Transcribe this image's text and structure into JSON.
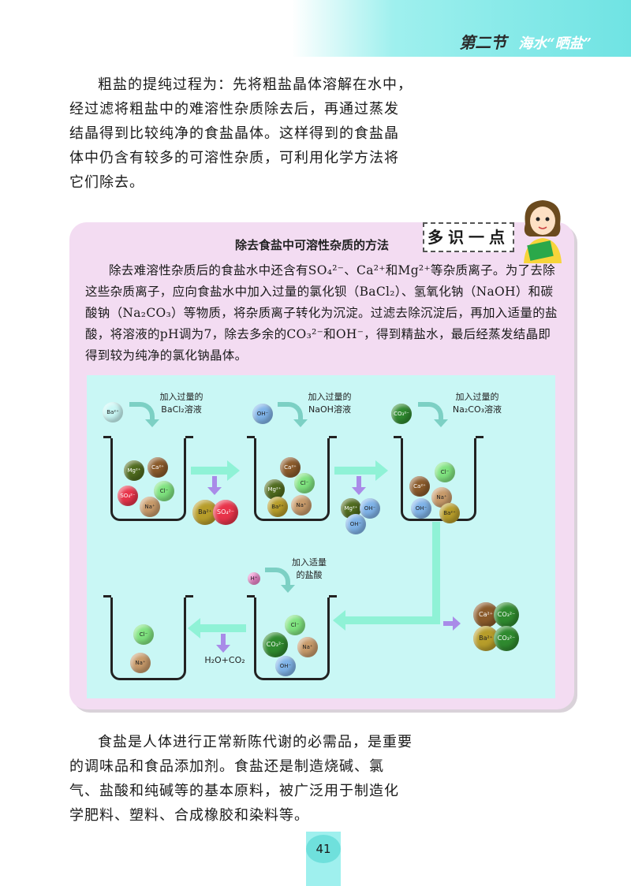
{
  "header": {
    "section": "第二节",
    "subtitle": "海水“晒盐”"
  },
  "para1": "粗盐的提纯过程为：先将粗盐晶体溶解在水中，经过滤将粗盐中的难溶性杂质除去后，再通过蒸发结晶得到比较纯净的食盐晶体。这样得到的食盐晶体中仍含有较多的可溶性杂质，可利用化学方法将它们除去。",
  "box": {
    "title": "除去食盐中可溶性杂质的方法",
    "tag": "多识一点",
    "text": "除去难溶性杂质后的食盐水中还含有SO₄²⁻、Ca²⁺和Mg²⁺等杂质离子。为了去除这些杂质离子，应向食盐水中加入过量的氯化钡（BaCl₂）、氢氧化钠（NaOH）和碳酸钠（Na₂CO₃）等物质，将杂质离子转化为沉淀。过滤去除沉淀后，再加入适量的盐酸，将溶液的pH调为7，除去多余的CO₃²⁻和OH⁻，得到精盐水，最后经蒸发结晶即得到较为纯净的氯化钠晶体。"
  },
  "diagram": {
    "step1": {
      "ion": "Ba²⁺",
      "line1": "加入过量的",
      "line2": "BaCl₂溶液"
    },
    "step2": {
      "ion": "OH⁻",
      "line1": "加入过量的",
      "line2": "NaOH溶液"
    },
    "step3": {
      "ion": "CO₃²⁻",
      "line1": "加入过量的",
      "line2": "Na₂CO₃溶液"
    },
    "step4": {
      "ion": "H⁺",
      "line1": "加入适量",
      "line2": "的盐酸"
    },
    "ions": {
      "mg": "Mg²⁺",
      "ca": "Ca²⁺",
      "cl": "Cl⁻",
      "so4": "SO₄²⁻",
      "na": "Na⁺",
      "ba": "Ba²⁺",
      "oh": "OH⁻",
      "co3": "CO₃²⁻"
    },
    "byproduct": "H₂O+CO₂"
  },
  "para2": "食盐是人体进行正常新陈代谢的必需品，是重要的调味品和食品添加剂。食盐还是制造烧碱、氯气、盐酸和纯碱等的基本原料，被广泛用于制造化学肥料、塑料、合成橡胶和染料等。",
  "page_number": "41"
}
